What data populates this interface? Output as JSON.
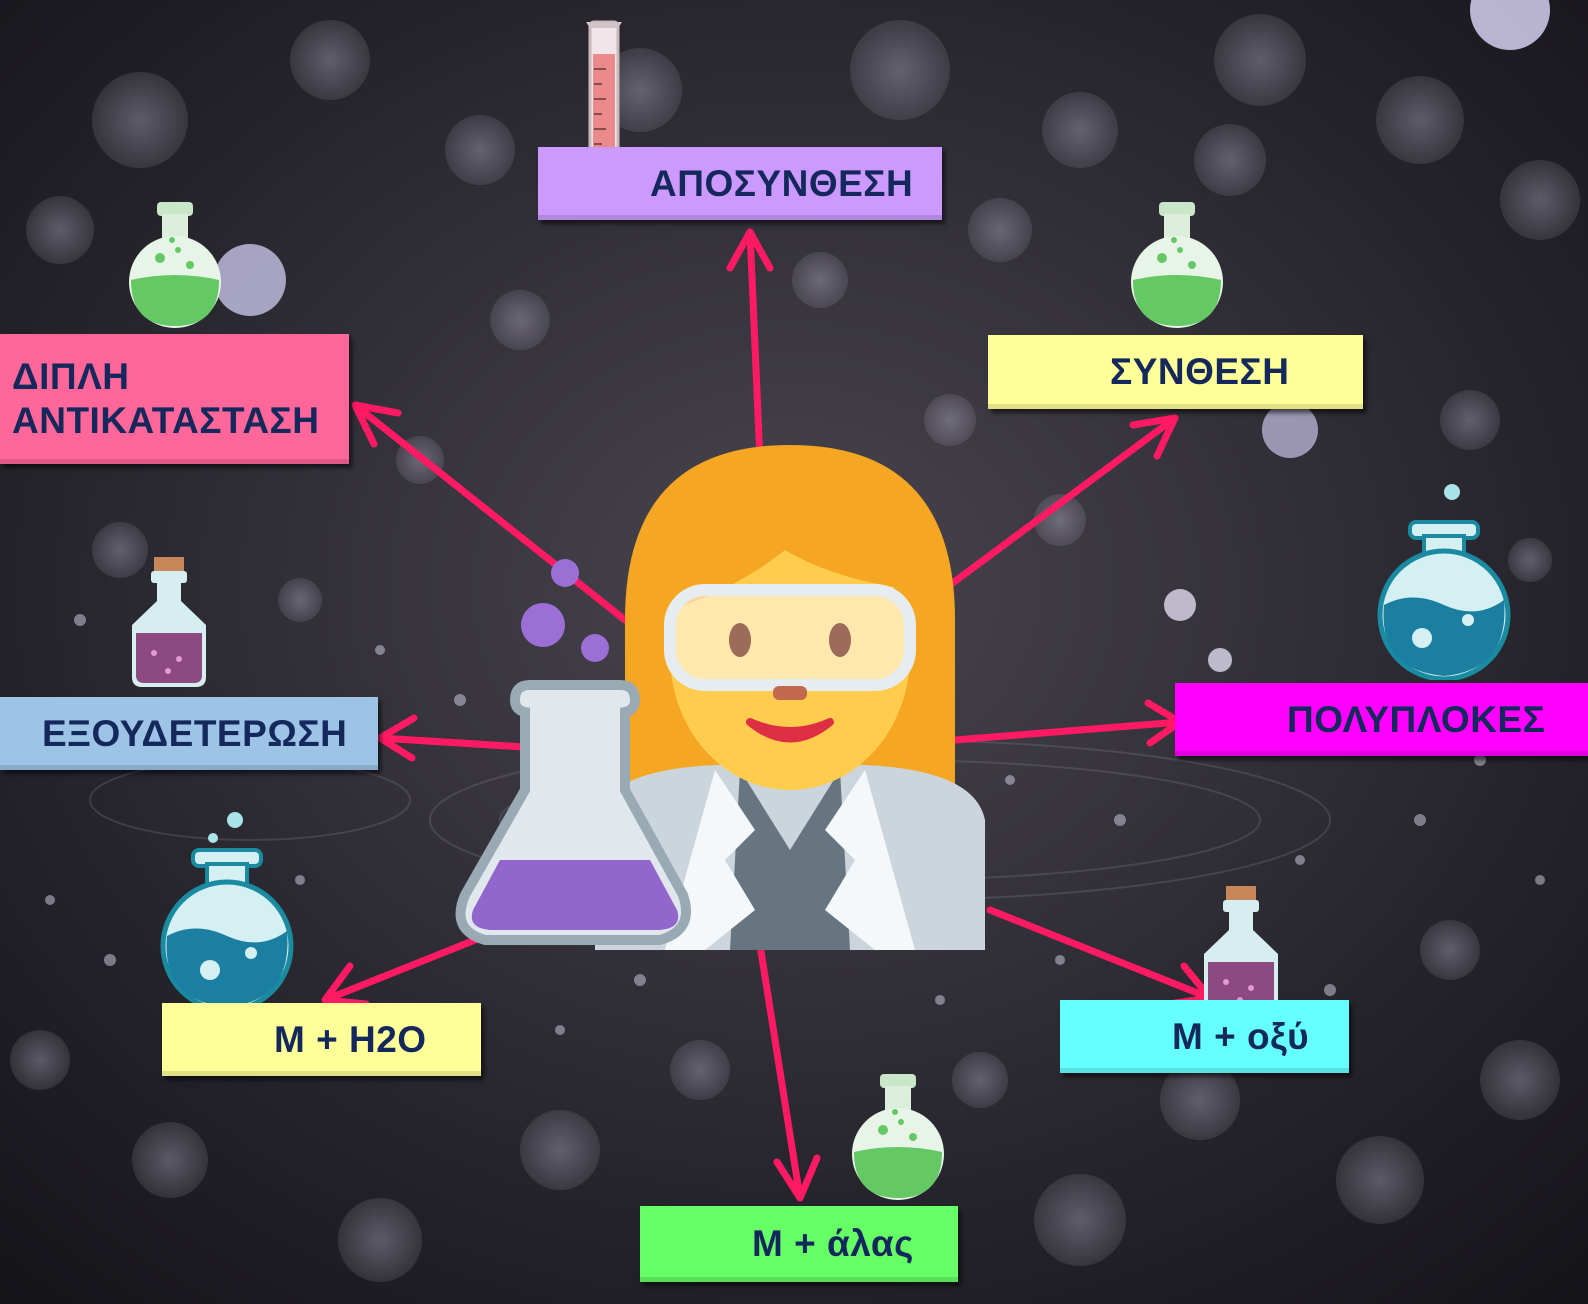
{
  "colors": {
    "arrow": "#ff1a63",
    "text": "#14285c"
  },
  "center": {
    "icon": "woman-scientist-icon"
  },
  "nodes": [
    {
      "key": "decomposition",
      "label": "ΑΠΟΣΥΝΘΕΣΗ",
      "color": "#cc99ff",
      "icon": "graduated-cylinder-icon"
    },
    {
      "key": "synthesis",
      "label": "ΣΥΝΘΕΣΗ",
      "color": "#ffff99",
      "icon": "green-flask-icon"
    },
    {
      "key": "double-replacement",
      "label_line1": "ΔΙΠΛΗ",
      "label_line2": "ΑΝΤΙΚΑΤΑΣΤΑΣΗ",
      "color": "#ff6699",
      "icon": "green-flask-icon"
    },
    {
      "key": "neutralization",
      "label": "ΕΞΟΥΔΕΤΕΡΩΣΗ",
      "color": "#9dc3e6",
      "icon": "purple-bottle-icon"
    },
    {
      "key": "complex",
      "label": "ΠΟΛΥΠΛΟΚΕΣ",
      "color": "#ff00ff",
      "icon": "blue-flask-icon"
    },
    {
      "key": "metal-water",
      "label": "M + H2O",
      "color": "#ffff99",
      "icon": "blue-flask-icon"
    },
    {
      "key": "metal-acid",
      "label": "M + οξύ",
      "color": "#66ffff",
      "icon": "purple-bottle-icon"
    },
    {
      "key": "metal-salt",
      "label": "M + άλας",
      "color": "#66ff66",
      "icon": "green-flask-icon"
    }
  ]
}
